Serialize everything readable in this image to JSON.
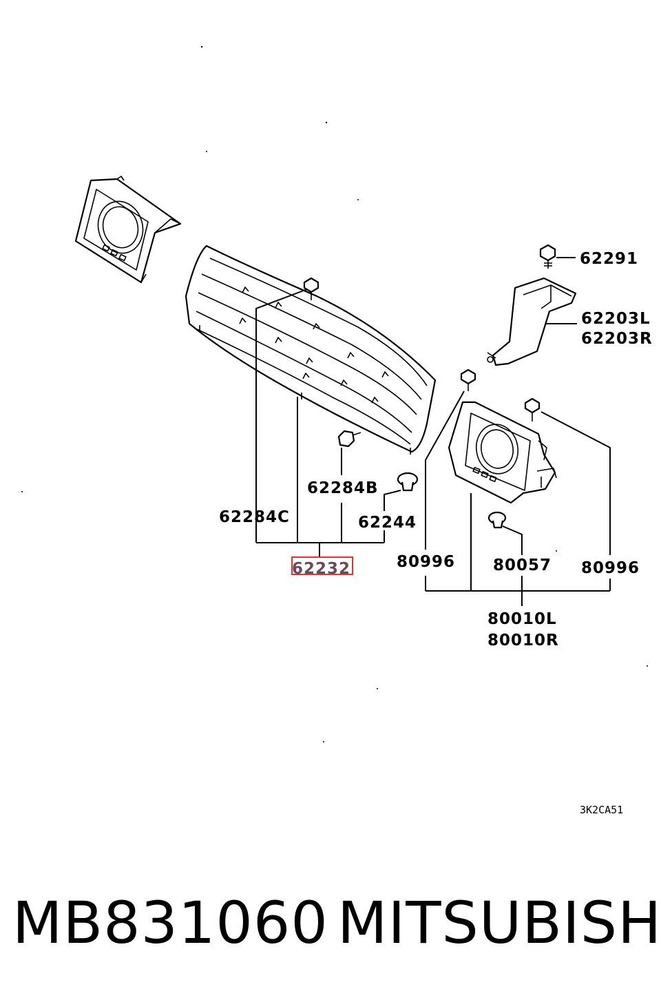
{
  "diagram": {
    "labels": {
      "p62291": "62291",
      "p62203L": "62203L",
      "p62203R": "62203R",
      "p62284B": "62284B",
      "p62284C": "62284C",
      "p62244": "62244",
      "p62232": "62232",
      "p80996_left": "80996",
      "p80057": "80057",
      "p80996_right": "80996",
      "p80010L": "80010L",
      "p80010R": "80010R"
    },
    "highlighted_part": "62232",
    "highlight_color": "#e03030",
    "drawing_code": "3K2CA51"
  },
  "caption": {
    "part_number": "MB831060",
    "brand": "MITSUBISHI"
  }
}
